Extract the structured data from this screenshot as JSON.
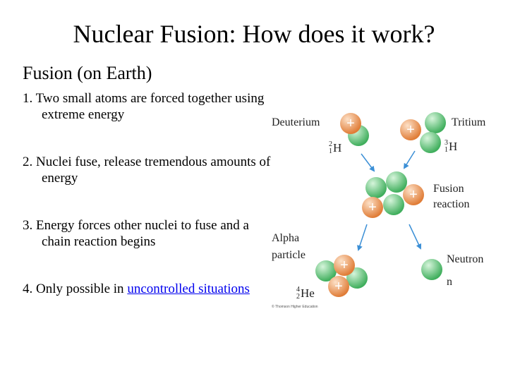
{
  "slide": {
    "title": "Nuclear Fusion: How does it work?",
    "subtitle": "Fusion (on Earth)",
    "points": [
      {
        "text": "1. Two small atoms are forced together using extreme energy"
      },
      {
        "text": "2. Nuclei fuse, release tremendous amounts of energy"
      },
      {
        "text": "3. Energy forces other nuclei to fuse and a chain reaction begins"
      },
      {
        "text": "4. Only possible in ",
        "link": "uncontrolled situations"
      }
    ]
  },
  "diagram": {
    "labels": {
      "deuterium": "Deuterium",
      "tritium": "Tritium",
      "fusion_line1": "Fusion",
      "fusion_line2": "reaction",
      "alpha_line1": "Alpha",
      "alpha_line2": "particle",
      "neutron": "Neutron",
      "neutron_symbol": "n"
    },
    "isotopes": {
      "deuterium": {
        "mass": "2",
        "atomic": "1",
        "symbol": "H"
      },
      "tritium": {
        "mass": "3",
        "atomic": "1",
        "symbol": "H"
      },
      "helium": {
        "mass": "4",
        "atomic": "2",
        "symbol": "He"
      }
    },
    "proton_sign": "+",
    "credit": "© Thomson Higher Education",
    "colors": {
      "proton": "#e8894a",
      "neutron": "#5fc47a",
      "arrow": "#3b8fd6"
    }
  }
}
